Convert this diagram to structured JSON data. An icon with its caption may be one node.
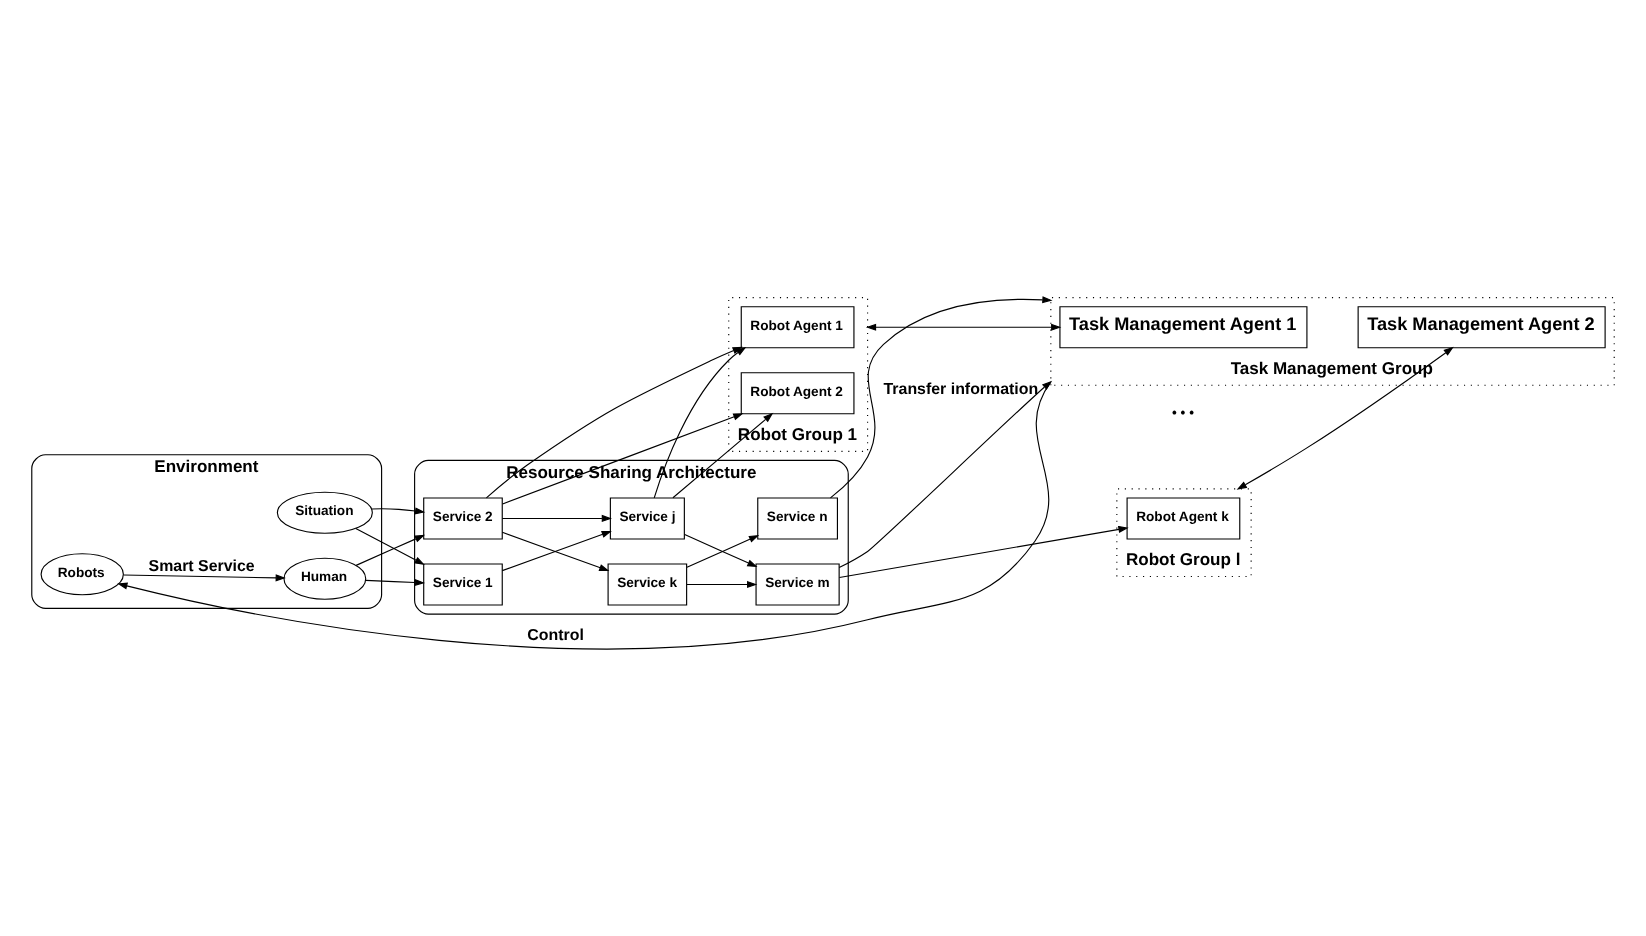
{
  "diagram": {
    "nodes": [
      {
        "text": [
          "Environment"
        ]
      },
      {
        "text": [
          "Situation"
        ],
        "in": 0
      },
      {
        "text": [
          "Human"
        ],
        "in": 0
      },
      {
        "text": [
          "Robots"
        ],
        "in": 0
      },
      {
        "text": [
          "Resource Sharing Architecture"
        ]
      },
      {
        "text": [
          "Service 1"
        ],
        "in": 4
      },
      {
        "text": [
          "Service 2"
        ],
        "in": 4
      },
      {
        "text": [
          "Service k"
        ],
        "in": 4
      },
      {
        "text": [
          "Service j"
        ],
        "in": 4
      },
      {
        "text": [
          "Service n"
        ],
        "in": 4
      },
      {
        "text": [
          "Service m"
        ],
        "in": 4
      },
      {
        "text": [
          "Robot Group 1"
        ]
      },
      {
        "text": [
          "Robot Agent 1"
        ],
        "in": 11
      },
      {
        "text": [
          "Robot Agent 2"
        ],
        "in": 11
      },
      {
        "text": [
          "Robot Group l"
        ]
      },
      {
        "text": [
          "Robot Agent k"
        ],
        "in": 14
      },
      {
        "text": [
          "Task Management Group"
        ]
      },
      {
        "text": [
          "Task Management Agent 1"
        ],
        "in": 16
      },
      {
        "text": [
          "Task Management Agent 2"
        ],
        "in": 16
      }
    ],
    "edges": [
      {
        "from": 1,
        "to": 5,
        "arrow": "to"
      },
      {
        "from": 1,
        "to": 6,
        "arrow": "to"
      },
      {
        "from": 2,
        "to": 5,
        "arrow": "to"
      },
      {
        "from": 2,
        "to": 6,
        "arrow": "to"
      },
      {
        "from": 5,
        "to": 8,
        "arrow": "to"
      },
      {
        "from": 6,
        "to": 7,
        "arrow": "to"
      },
      {
        "from": 6,
        "to": 8,
        "arrow": "to"
      },
      {
        "from": 7,
        "to": 9,
        "arrow": "to"
      },
      {
        "from": 7,
        "to": 10,
        "arrow": "to"
      },
      {
        "from": 8,
        "to": 10,
        "arrow": "to"
      },
      {
        "from": 6,
        "to": 12,
        "arrow": "to"
      },
      {
        "from": 6,
        "to": 13,
        "arrow": "to"
      },
      {
        "from": 8,
        "to": 12,
        "arrow": "to"
      },
      {
        "from": 8,
        "to": 13,
        "arrow": "to"
      },
      {
        "from": 10,
        "to": 15,
        "arrow": "to"
      },
      {
        "from": 11,
        "to": 17,
        "arrow": "both"
      },
      {
        "from": 14,
        "to": 18,
        "arrow": "both"
      },
      {
        "from": 3,
        "to": 2,
        "arrow": "to",
        "label": "Smart Service"
      },
      {
        "from": 16,
        "to": 3,
        "arrow": "to",
        "label": "Control"
      },
      {
        "from": 9,
        "to": 16,
        "arrow": "to"
      },
      {
        "from": 10,
        "to": 16,
        "arrow": "to",
        "label": "Transfer information"
      }
    ],
    "labels": [
      "• • •"
    ]
  }
}
